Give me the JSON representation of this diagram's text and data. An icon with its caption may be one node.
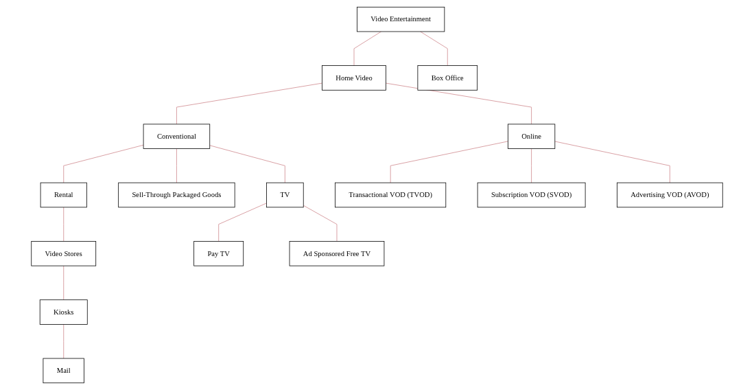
{
  "diagram": {
    "nodes": [
      {
        "text": [
          "Video Entertainment"
        ]
      },
      {
        "text": [
          "Home Video"
        ]
      },
      {
        "text": [
          "Box Office"
        ]
      },
      {
        "text": [
          "Conventional"
        ]
      },
      {
        "text": [
          "Online"
        ]
      },
      {
        "text": [
          "Rental"
        ]
      },
      {
        "text": [
          "Sell-Through Packaged Goods"
        ]
      },
      {
        "text": [
          "TV"
        ]
      },
      {
        "text": [
          "Video Stores"
        ]
      },
      {
        "text": [
          "Kiosks"
        ]
      },
      {
        "text": [
          "Mail"
        ]
      },
      {
        "text": [
          "Pay TV"
        ]
      },
      {
        "text": [
          "Ad Sponsored Free TV"
        ]
      },
      {
        "text": [
          "Transactional VOD (TVOD)"
        ]
      },
      {
        "text": [
          "Subscription VOD (SVOD)"
        ]
      },
      {
        "text": [
          "Advertising VOD (AVOD)"
        ]
      }
    ],
    "edges": [
      {
        "from": 0,
        "to": 1,
        "arrow": "none"
      },
      {
        "from": 0,
        "to": 2,
        "arrow": "none"
      },
      {
        "from": 1,
        "to": 3,
        "arrow": "none"
      },
      {
        "from": 1,
        "to": 4,
        "arrow": "none"
      },
      {
        "from": 3,
        "to": 5,
        "arrow": "none"
      },
      {
        "from": 3,
        "to": 6,
        "arrow": "none"
      },
      {
        "from": 3,
        "to": 7,
        "arrow": "none"
      },
      {
        "from": 5,
        "to": 8,
        "arrow": "none"
      },
      {
        "from": 8,
        "to": 9,
        "arrow": "none"
      },
      {
        "from": 9,
        "to": 10,
        "arrow": "none"
      },
      {
        "from": 7,
        "to": 11,
        "arrow": "none"
      },
      {
        "from": 7,
        "to": 12,
        "arrow": "none"
      },
      {
        "from": 4,
        "to": 13,
        "arrow": "none"
      },
      {
        "from": 4,
        "to": 14,
        "arrow": "none"
      },
      {
        "from": 4,
        "to": 15,
        "arrow": "none"
      }
    ]
  }
}
